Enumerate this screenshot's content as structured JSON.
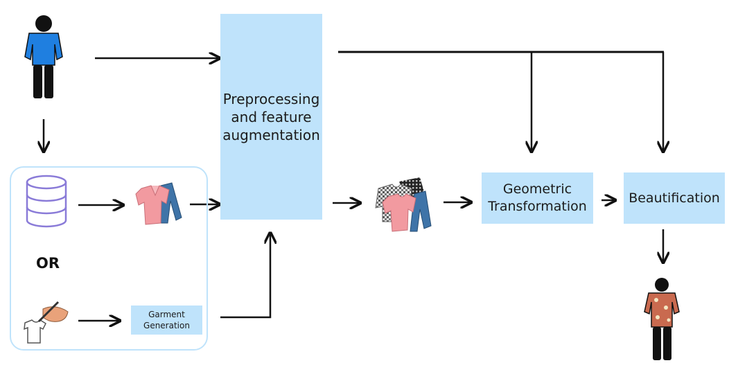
{
  "boxes": {
    "preprocessing": [
      "Preprocessing",
      "and feature",
      "augmentation"
    ],
    "geometric": [
      "Geometric",
      "Transformation"
    ],
    "beautification": [
      "Beautification"
    ],
    "garment_generation": [
      "Garment",
      "Generation"
    ]
  },
  "or_label": "OR",
  "colors": {
    "box_fill": "#bfe3fb",
    "arrow": "#111111",
    "person_shirt_input": "#1f7fe0",
    "person_shirt_output": "#c96a4f",
    "database_stroke": "#8a7bd8",
    "pink_shirt": "#f29aa0",
    "denim": "#3f74a8"
  },
  "icons": [
    "person-blue-shirt-icon",
    "database-icon",
    "garments-icon",
    "sketch-hand-icon",
    "garments-stack-icon",
    "person-floral-shirt-icon"
  ]
}
